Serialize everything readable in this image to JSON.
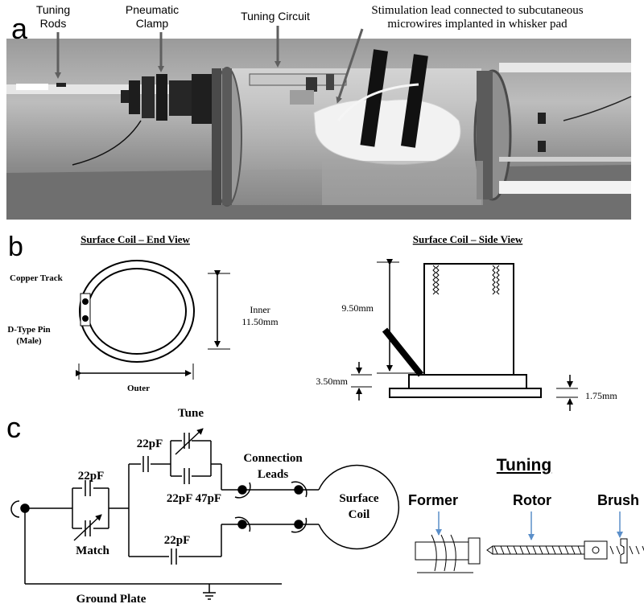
{
  "panel_a": {
    "letter": "a",
    "tuning_rods": [
      "Tuning",
      "Rods"
    ],
    "pneumatic_clamp": [
      "Pneumatic",
      "Clamp"
    ],
    "tuning_circuit": "Tuning Circuit",
    "stimulation_lead": [
      "Stimulation lead connected to subcutaneous",
      "microwires implanted in whisker pad"
    ]
  },
  "panel_b": {
    "letter": "b",
    "end_view_title": "Surface Coil – End View",
    "side_view_title": "Surface Coil – Side View",
    "copper_track": "Copper Track",
    "d_type_pin": [
      "D-Type Pin",
      "(Male)"
    ],
    "inner": [
      "Inner",
      "11.50mm"
    ],
    "outer": "Outer",
    "dim_950": "9.50mm",
    "dim_350": "3.50mm",
    "dim_175": "1.75mm"
  },
  "panel_c": {
    "letter": "c",
    "tune": "Tune",
    "cap_22_top": "22pF",
    "cap_22_match": "22pF",
    "cap_22_bottom": "22pF",
    "cap_pair": "22pF 47pF",
    "connection_leads": [
      "Connection",
      "Leads"
    ],
    "surface_coil": [
      "Surface",
      "Coil"
    ],
    "match": "Match",
    "ground_plate": "Ground Plate",
    "tuning_title": "Tuning",
    "former": "Former",
    "rotor": "Rotor",
    "brush": "Brush"
  },
  "colors": {
    "arrow_gray": "#5f5f5f",
    "blue_arrow": "#5b8fc9",
    "line": "#000000"
  }
}
